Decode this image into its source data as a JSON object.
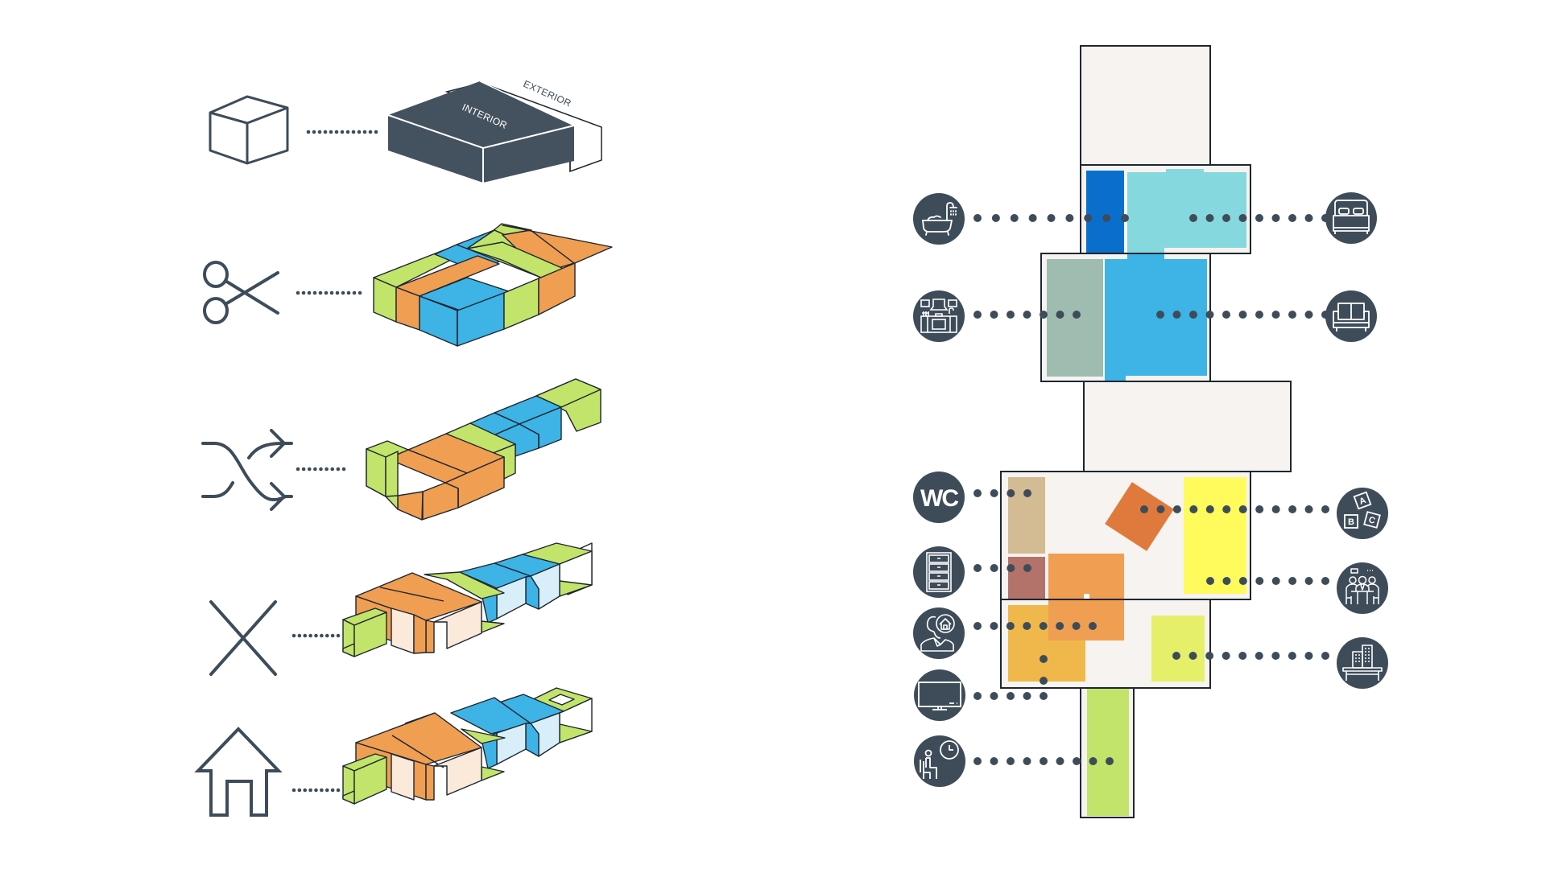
{
  "palette": {
    "ink": "#3e4c5a",
    "outline": "#1e2630",
    "green": "#c2e46a",
    "orange": "#ef9e52",
    "blue": "#3db3e6",
    "pale_blue": "#d8eef9",
    "pale_orange": "#fbe9d9",
    "floor": "#f6f3f0",
    "dark_blue": "#0a6fcc",
    "cyan": "#86d8df",
    "sage": "#9fbcb0",
    "sky": "#3db3e6",
    "tan": "#d3bb93",
    "mauve": "#b4736a",
    "orange_rot": "#e07a3c",
    "orange_big": "#ef9e52",
    "golden": "#f0b84a",
    "yellow": "#fffb5c",
    "lime_light": "#e6ef6a",
    "lime": "#c2e46a"
  },
  "process": {
    "steps": [
      {
        "id": "volume",
        "icon": "cube-icon",
        "stage": "envelope"
      },
      {
        "id": "subdivide",
        "icon": "scissors-icon",
        "stage": "cut"
      },
      {
        "id": "rearrange",
        "icon": "shuffle-icon",
        "stage": "shuffle"
      },
      {
        "id": "subtract",
        "icon": "x-icon",
        "stage": "open"
      },
      {
        "id": "roof",
        "icon": "house-icon",
        "stage": "roof"
      }
    ],
    "envelope_labels": {
      "interior": "INTERIOR",
      "exterior": "EXTERIOR"
    }
  },
  "plan": {
    "zones": [
      {
        "name": "garden-top",
        "color": "floor"
      },
      {
        "name": "bathroom",
        "color": "dark_blue"
      },
      {
        "name": "bedroom",
        "color": "cyan"
      },
      {
        "name": "kitchen",
        "color": "sage"
      },
      {
        "name": "living-room",
        "color": "sky"
      },
      {
        "name": "garden-middle",
        "color": "floor"
      },
      {
        "name": "wc",
        "color": "tan"
      },
      {
        "name": "storage",
        "color": "mauve"
      },
      {
        "name": "play-area",
        "color": "orange_rot"
      },
      {
        "name": "reception",
        "color": "orange_big"
      },
      {
        "name": "meeting-room",
        "color": "yellow"
      },
      {
        "name": "home-office",
        "color": "golden"
      },
      {
        "name": "office",
        "color": "lime_light"
      },
      {
        "name": "media-waiting-corridor",
        "color": "lime"
      }
    ],
    "legend_left": [
      {
        "icon": "bathtub-icon",
        "label": "Bathroom"
      },
      {
        "icon": "kitchen-icon",
        "label": "Kitchen"
      },
      {
        "icon": "wc-icon",
        "label": "WC",
        "text": "WC"
      },
      {
        "icon": "cabinet-icon",
        "label": "Storage"
      },
      {
        "icon": "home-agent-icon",
        "label": "Home office"
      },
      {
        "icon": "tv-icon",
        "label": "Media"
      },
      {
        "icon": "waiting-icon",
        "label": "Waiting"
      }
    ],
    "legend_right": [
      {
        "icon": "bed-icon",
        "label": "Bedroom"
      },
      {
        "icon": "sofa-icon",
        "label": "Living room"
      },
      {
        "icon": "abc-blocks-icon",
        "label": "Play area",
        "letters": [
          "A",
          "B",
          "C"
        ]
      },
      {
        "icon": "meeting-icon",
        "label": "Meeting room"
      },
      {
        "icon": "office-desk-icon",
        "label": "Office"
      }
    ]
  }
}
